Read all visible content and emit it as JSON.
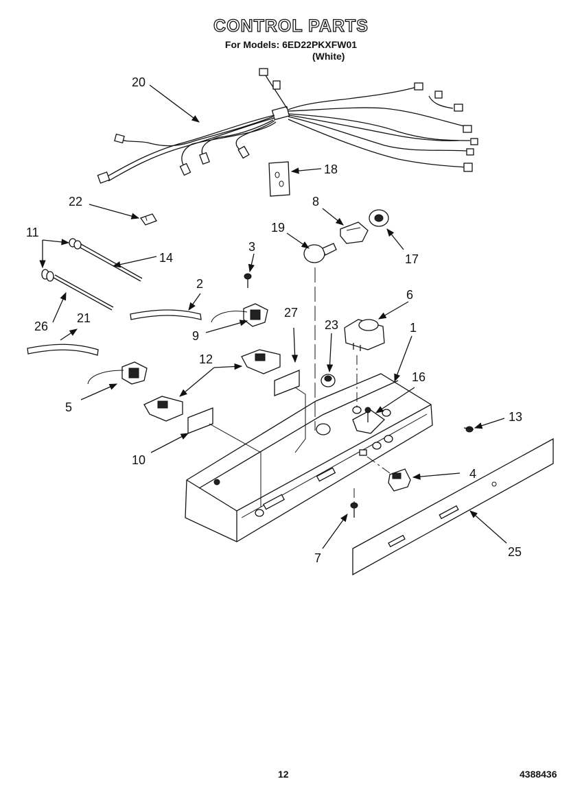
{
  "header": {
    "title": "CONTROL PARTS",
    "models": "For Models: 6ED22PKXFW01",
    "color": "(White)"
  },
  "footer": {
    "page_number": "12",
    "doc_number": "4388436"
  },
  "callouts": {
    "c1": "1",
    "c2": "2",
    "c3": "3",
    "c4": "4",
    "c5": "5",
    "c6": "6",
    "c7": "7",
    "c8": "8",
    "c9": "9",
    "c10": "10",
    "c11": "11",
    "c12": "12",
    "c13": "13",
    "c14": "14",
    "c16": "16",
    "c17": "17",
    "c18": "18",
    "c19": "19",
    "c20": "20",
    "c21": "21",
    "c22": "22",
    "c23": "23",
    "c25": "25",
    "c26": "26",
    "c27": "27"
  }
}
